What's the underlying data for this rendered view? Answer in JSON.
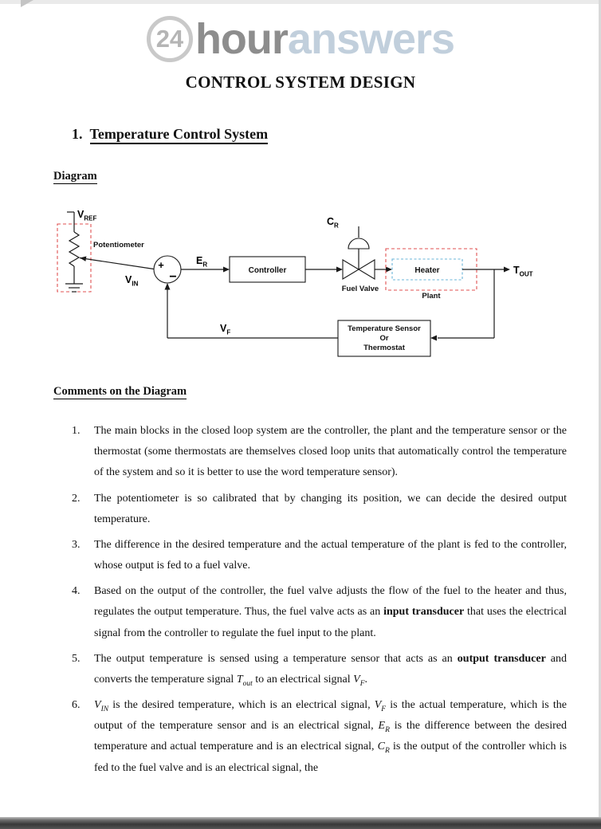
{
  "logo": {
    "badge": "24",
    "word1": "hour",
    "word2": "answers",
    "colors": {
      "badge": "#b5b5b5",
      "hour": "#8d8d8d",
      "answers": "#c1cfdc"
    }
  },
  "title": "CONTROL SYSTEM DESIGN",
  "section": {
    "number": "1.",
    "title": "Temperature Control System"
  },
  "headings": {
    "diagram": "Diagram",
    "comments": "Comments on the Diagram"
  },
  "diagram": {
    "labels": {
      "vref": {
        "main": "V",
        "sub": "REF"
      },
      "potentiometer": "Potentiometer",
      "vin": {
        "main": "V",
        "sub": "IN"
      },
      "plus": "+",
      "minus": "−",
      "er": {
        "main": "E",
        "sub": "R"
      },
      "controller": "Controller",
      "cr": {
        "main": "C",
        "sub": "R"
      },
      "fuel_valve": "Fuel Valve",
      "heater": "Heater",
      "plant": "Plant",
      "tout": {
        "main": "T",
        "sub": "OUT"
      },
      "sensor": {
        "line1": "Temperature Sensor",
        "line2": "Or",
        "line3": "Thermostat"
      },
      "vf": {
        "main": "V",
        "sub": "F"
      }
    },
    "colors": {
      "dashed_red": "#e05151",
      "dashed_blue": "#6ab4d8"
    }
  },
  "comments": {
    "items": [
      {
        "number": "1.",
        "segments": [
          {
            "text": "The main blocks in the closed loop system are the controller, the plant and the temperature sensor or the thermostat (some thermostats are themselves closed loop units that automatically control the temperature of the system and so it is better to use the word temperature sensor)."
          }
        ]
      },
      {
        "number": "2.",
        "segments": [
          {
            "text": "The potentiometer is so calibrated that by changing its position, we can decide the desired output temperature."
          }
        ]
      },
      {
        "number": "3.",
        "segments": [
          {
            "text": "The difference in the desired temperature and the actual temperature of the plant is fed to the controller, whose output is fed to a fuel valve."
          }
        ]
      },
      {
        "number": "4.",
        "segments": [
          {
            "text": "Based on the output of the controller, the fuel valve adjusts the flow of the fuel to the heater and thus, regulates the output temperature. Thus, the fuel valve acts as an "
          },
          {
            "text": "input transducer",
            "bold": true
          },
          {
            "text": " that uses the electrical signal from the controller to regulate the fuel input to the plant."
          }
        ]
      },
      {
        "number": "5.",
        "segments": [
          {
            "text": "The output temperature is sensed using a temperature sensor that acts as an "
          },
          {
            "text": "output transducer",
            "bold": true
          },
          {
            "text": " and converts the temperature signal "
          },
          {
            "var": "T",
            "sub": "out"
          },
          {
            "text": " to an electrical signal "
          },
          {
            "var": "V",
            "sub": "F"
          },
          {
            "text": "."
          }
        ]
      },
      {
        "number": "6.",
        "segments": [
          {
            "var": "V",
            "sub": "IN"
          },
          {
            "text": " is the desired temperature, which is an electrical signal, "
          },
          {
            "var": "V",
            "sub": "F"
          },
          {
            "text": " is the actual temperature, which is the output of the temperature sensor and is an electrical signal, "
          },
          {
            "var": "E",
            "sub": "R"
          },
          {
            "text": " is the difference between the desired temperature and actual temperature and is an electrical signal, "
          },
          {
            "var": "C",
            "sub": "R"
          },
          {
            "text": " is the output of the controller which is fed to the fuel valve and is an electrical signal, the"
          }
        ]
      }
    ]
  }
}
